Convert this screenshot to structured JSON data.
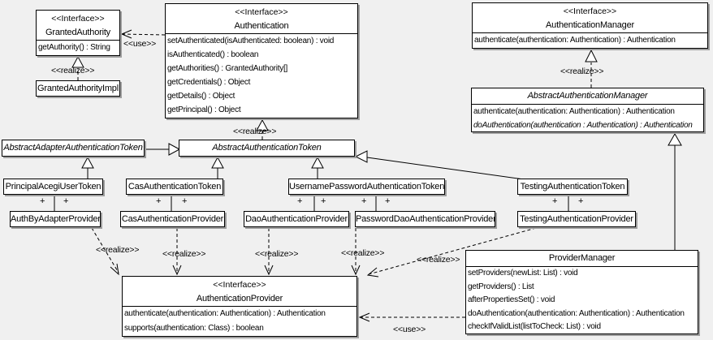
{
  "colors": {
    "background": "#f0f0f0",
    "box_fill": "#ffffff",
    "line": "#000000",
    "shadow": "#9e9e9e"
  },
  "labels": {
    "interface": "<<Interface>>",
    "realize": "<<realize>>",
    "use": "<<use>>",
    "plus": "+"
  },
  "classes": {
    "granted_authority": {
      "stereotype": "<<Interface>>",
      "name": "GrantedAuthority",
      "methods": [
        "getAuthority() : String"
      ]
    },
    "granted_authority_impl": {
      "name": "GrantedAuthorityImpl"
    },
    "authentication": {
      "stereotype": "<<Interface>>",
      "name": "Authentication",
      "methods": [
        "setAuthenticated(isAuthenticated: boolean) : void",
        "isAuthenticated() : boolean",
        "getAuthorities() : GrantedAuthority[]",
        "getCredentials() : Object",
        "getDetails() : Object",
        "getPrincipal() : Object"
      ]
    },
    "authentication_manager": {
      "stereotype": "<<Interface>>",
      "name": "AuthenticationManager",
      "methods": [
        "authenticate(authentication: Authentication) : Authentication"
      ]
    },
    "abstract_authentication_manager": {
      "name": "AbstractAuthenticationManager",
      "methods": [
        "authenticate(authentication: Authentication) : Authentication",
        "doAuthentication(authentication : Authentication) : Authentication"
      ]
    },
    "abstract_adapter_authentication_token": {
      "name": "AbstractAdapterAuthenticationToken"
    },
    "abstract_authentication_token": {
      "name": "AbstractAuthenticationToken"
    },
    "principal_acegi_user_token": {
      "name": "PrincipalAcegiUserToken"
    },
    "cas_authentication_token": {
      "name": "CasAuthenticationToken"
    },
    "username_password_authentication_token": {
      "name": "UsernamePasswordAuthenticationToken"
    },
    "testing_authentication_token": {
      "name": "TestingAuthenticationToken"
    },
    "auth_by_adapter_provider": {
      "name": "AuthByAdapterProvider"
    },
    "cas_authentication_provider": {
      "name": "CasAuthenticationProvider"
    },
    "dao_authentication_provider": {
      "name": "DaoAuthenticationProvider"
    },
    "password_dao_authentication_provider": {
      "name": "PasswordDaoAuthenticationProvider"
    },
    "testing_authentication_provider": {
      "name": "TestingAuthenticationProvider"
    },
    "authentication_provider": {
      "stereotype": "<<Interface>>",
      "name": "AuthenticationProvider",
      "methods": [
        "authenticate(authentication: Authentication) : Authentication",
        "supports(authentication: Class) : boolean"
      ]
    },
    "provider_manager": {
      "name": "ProviderManager",
      "methods": [
        "setProviders(newList: List) : void",
        "getProviders() : List",
        "afterPropertiesSet() : void",
        "doAuthentication(authentication: Authentication) : Authentication",
        "checkIfValidList(listToCheck: List) : void"
      ]
    }
  }
}
